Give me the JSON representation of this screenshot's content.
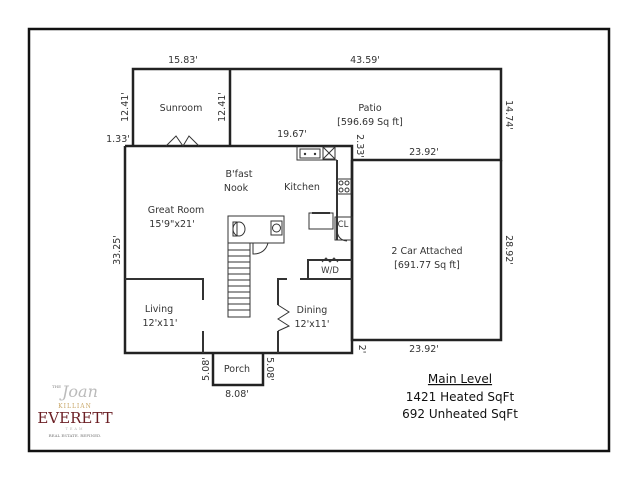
{
  "rooms": {
    "sunroom": "Sunroom",
    "patio": "Patio",
    "patio_area": "[596.69 Sq ft]",
    "bfast_line1": "B'fast",
    "bfast_line2": "Nook",
    "kitchen": "Kitchen",
    "great_room": "Great Room",
    "great_room_size": "15'9\"x21'",
    "closet": "CL",
    "garage": "2 Car Attached",
    "garage_area": "[691.77 Sq ft]",
    "laundry": "W/D",
    "living": "Living",
    "living_size": "12'x11'",
    "dining": "Dining",
    "dining_size": "12'x11'",
    "porch": "Porch"
  },
  "dimensions": {
    "sunroom_width": "15.83'",
    "patio_width": "43.59'",
    "sunroom_left": "12.41'",
    "sunroom_right": "12.41'",
    "patio_right": "14.74'",
    "offset_left": "1.33'",
    "kitchen_top": "19.67'",
    "patio_step": "2.33'",
    "garage_top": "23.92'",
    "house_left": "33.25'",
    "garage_right": "28.92'",
    "garage_bottom": "23.92'",
    "garage_offset": "2'",
    "porch_left": "5.08'",
    "porch_right": "5.08'",
    "porch_width": "8.08'"
  },
  "legend": {
    "title": "Main Level",
    "heated": "1421 Heated SqFt",
    "unheated": "692 Unheated SqFt"
  },
  "logo": {
    "the": "THE",
    "signature": "Joan",
    "killian": "KILLIAN",
    "everett": "EVERETT",
    "team": "TEAM",
    "tagline": "REAL ESTATE. REFINED."
  }
}
